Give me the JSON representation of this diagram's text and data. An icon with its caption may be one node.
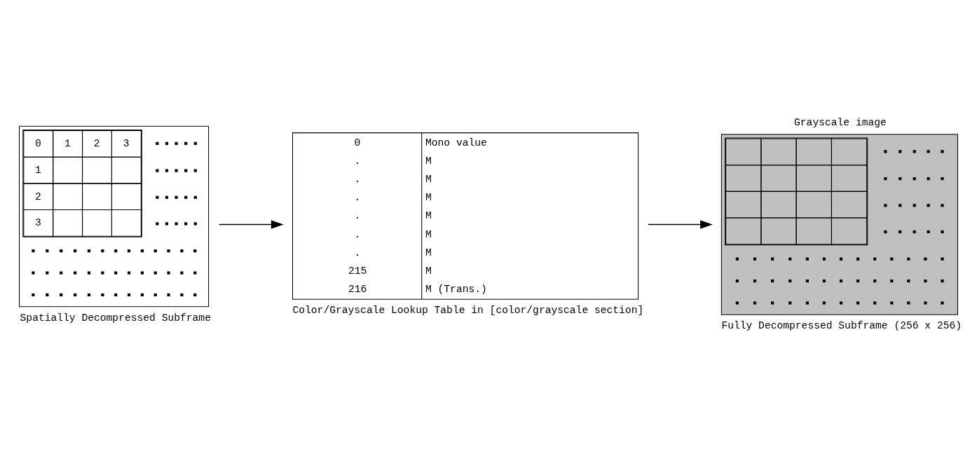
{
  "diagram": {
    "nodes": [
      {
        "text": [
          "0",
          "1",
          "2",
          "3",
          "1",
          "2",
          "3"
        ],
        "beside": [
          "Spatially Decompressed Subframe"
        ]
      },
      {
        "text": [
          "0",
          "Mono value",
          ".",
          "M",
          ".",
          "M",
          ".",
          "M",
          ".",
          "M",
          ".",
          "M",
          ".",
          "M",
          "215",
          "M",
          "216",
          "M (Trans.)"
        ],
        "beside": [
          "Color/Grayscale Lookup Table in [color/grayscale section]"
        ]
      },
      {
        "text": [
          "Grayscale image"
        ],
        "beside": [
          "Fully Decompressed Subframe (256 x 256)"
        ]
      }
    ],
    "edges": [
      {
        "from": 0,
        "to": 1,
        "arrow": "to"
      },
      {
        "from": 1,
        "to": 2,
        "arrow": "to"
      }
    ]
  }
}
